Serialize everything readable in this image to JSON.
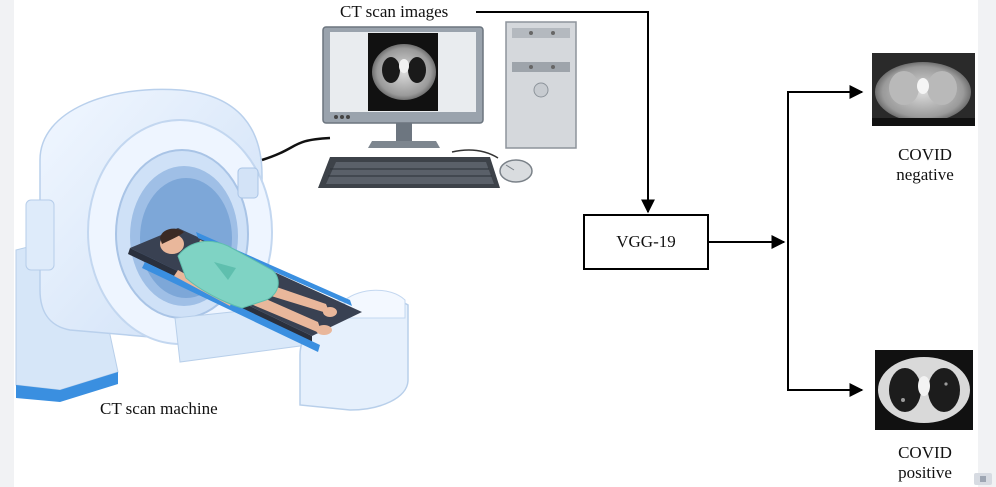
{
  "labels": {
    "ct_scan_images": "CT scan images",
    "ct_scan_machine": "CT scan machine",
    "model": "VGG-19",
    "outcome_negative_line1": "COVID",
    "outcome_negative_line2": "negative",
    "outcome_positive_line1": "COVID",
    "outcome_positive_line2": "positive"
  },
  "icons": {
    "scanner": "ct-scanner-illustration",
    "patient": "patient-illustration",
    "monitor": "monitor-icon",
    "tower": "computer-tower-icon",
    "keyboard": "keyboard-icon",
    "mouse": "mouse-icon",
    "scan_negative": "ct-scan-negative-thumbnail",
    "scan_positive": "ct-scan-positive-thumbnail"
  },
  "colors": {
    "scanner_body": "#e3eefb",
    "scanner_accent": "#3a8fe0",
    "bed": "#394152",
    "patient_gown": "#7fd3c4",
    "skin": "#e9b79b",
    "arrows": "#000000"
  }
}
